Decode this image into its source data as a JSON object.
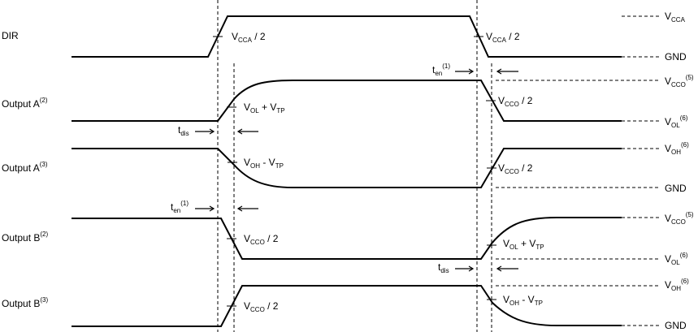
{
  "signals": [
    {
      "id": "dir",
      "name": "DIR",
      "sup": ""
    },
    {
      "id": "oa2",
      "name": "Output A",
      "sup": "(2)"
    },
    {
      "id": "oa3",
      "name": "Output A",
      "sup": "(3)"
    },
    {
      "id": "ob2",
      "name": "Output B",
      "sup": "(2)"
    },
    {
      "id": "ob3",
      "name": "Output B",
      "sup": "(3)"
    }
  ],
  "levels": {
    "vcca": {
      "main": "V",
      "sub": "CCA",
      "sup": ""
    },
    "gnd": {
      "main": "GND",
      "sub": "",
      "sup": ""
    },
    "vcco": {
      "main": "V",
      "sub": "CCO",
      "sup": "(5)"
    },
    "vol": {
      "main": "V",
      "sub": "OL",
      "sup": "(6)"
    },
    "voh": {
      "main": "V",
      "sub": "OH",
      "sup": "(6)"
    }
  },
  "thresholds": {
    "vcca_half": {
      "v": "V",
      "sub": "CCA",
      "rest": " / 2"
    },
    "vcco_half": {
      "v": "V",
      "sub": "CCO",
      "rest": " / 2"
    },
    "vol_vtp": {
      "v1": "V",
      "sub1": "OL",
      "mid": " + V",
      "sub2": "TP"
    },
    "voh_vtp": {
      "v1": "V",
      "sub1": "OH",
      "mid": " - V",
      "sub2": "TP"
    }
  },
  "timing": {
    "t_dis": {
      "t": "t",
      "sub": "dis",
      "sup": ""
    },
    "t_en": {
      "t": "t",
      "sub": "en",
      "sup": "(1)"
    }
  }
}
